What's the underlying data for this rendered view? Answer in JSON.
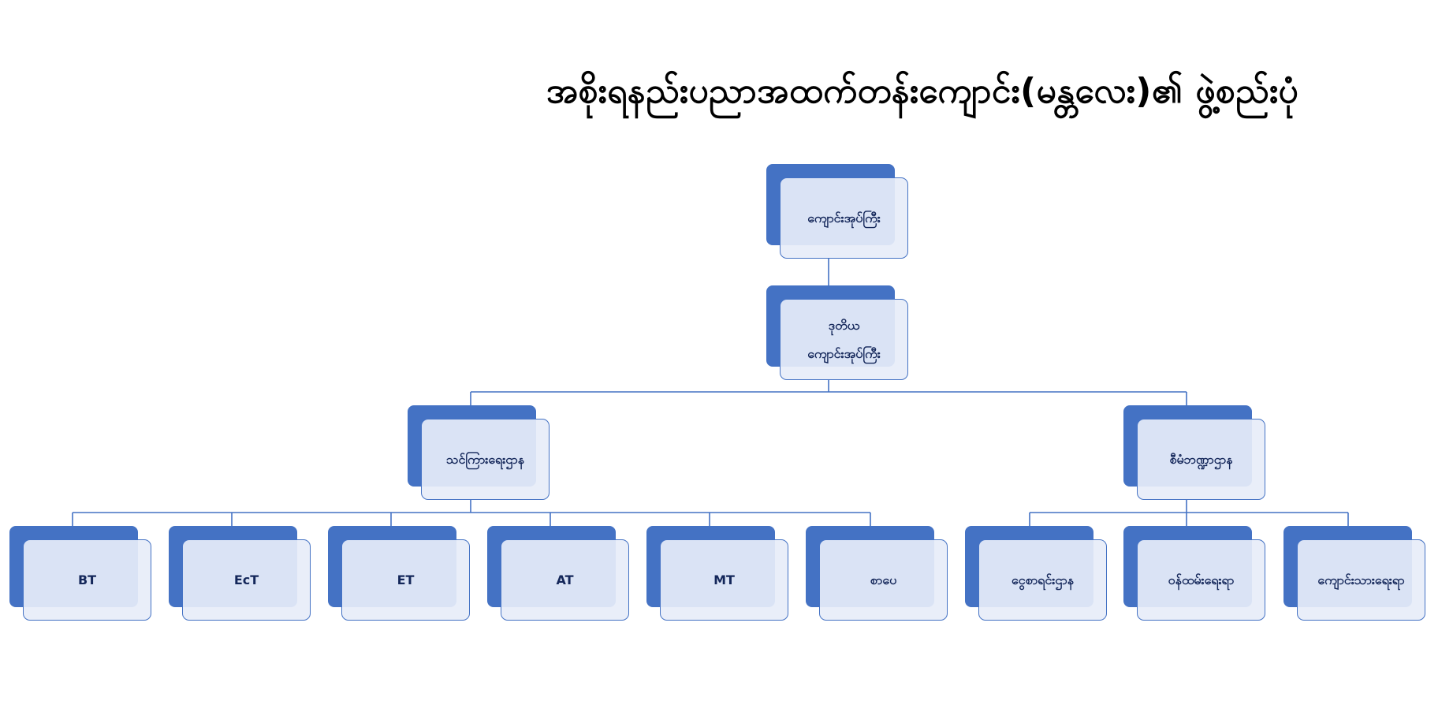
{
  "diagram": {
    "title": "အစိုးရနည်းပညာအထက်တန်းကျောင်း(မန္တလေး)၏ ဖွဲ့စည်းပုံ",
    "colors": {
      "box_fill": "#4472c4",
      "box_overlay": "#e7edf8",
      "connector": "#4472c4",
      "label": "#14275a"
    },
    "nodes": [
      {
        "id": "principal",
        "label": "ကျောင်းအုပ်ကြီး"
      },
      {
        "id": "vice-principal",
        "label": "ဒုတိယ ကျောင်းအုပ်ကြီး"
      },
      {
        "id": "teaching-dept",
        "label": "သင်ကြားရေးဌာန"
      },
      {
        "id": "admin-dept",
        "label": "စီမံဘဏ္ဍာဌာန"
      },
      {
        "id": "bt",
        "label": "BT"
      },
      {
        "id": "ect",
        "label": "EcT"
      },
      {
        "id": "et",
        "label": "ET"
      },
      {
        "id": "at",
        "label": "AT"
      },
      {
        "id": "mt",
        "label": "MT"
      },
      {
        "id": "sape",
        "label": "စာပေ"
      },
      {
        "id": "finance",
        "label": "ငွေစာရင်းဌာန"
      },
      {
        "id": "staff-affairs",
        "label": "ဝန်ထမ်းရေးရာ"
      },
      {
        "id": "student-affairs",
        "label": "ကျောင်းသားရေးရာ"
      }
    ],
    "edges": [
      [
        "principal",
        "vice-principal"
      ],
      [
        "vice-principal",
        "teaching-dept"
      ],
      [
        "vice-principal",
        "admin-dept"
      ],
      [
        "teaching-dept",
        "bt"
      ],
      [
        "teaching-dept",
        "ect"
      ],
      [
        "teaching-dept",
        "et"
      ],
      [
        "teaching-dept",
        "at"
      ],
      [
        "teaching-dept",
        "mt"
      ],
      [
        "teaching-dept",
        "sape"
      ],
      [
        "admin-dept",
        "finance"
      ],
      [
        "admin-dept",
        "staff-affairs"
      ],
      [
        "admin-dept",
        "student-affairs"
      ]
    ]
  }
}
